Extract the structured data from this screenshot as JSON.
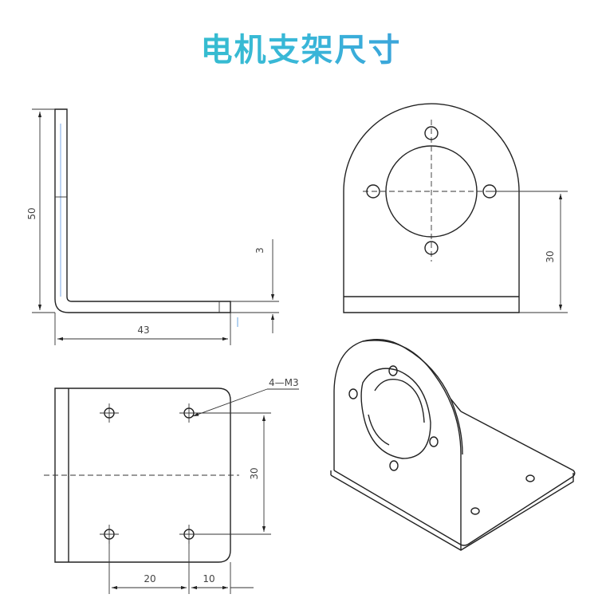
{
  "title": "电机支架尺寸",
  "side_view": {
    "height_label": "50",
    "length_label": "43",
    "thickness_label": "3"
  },
  "front_view": {
    "height_label": "30"
  },
  "top_view": {
    "hole_label": "4—M3",
    "spacing_label": "30",
    "x_label_1": "20",
    "x_label_2": "10"
  },
  "colors": {
    "title_gradient_start": "#2fc6c0",
    "title_gradient_end": "#3f7fe0",
    "line": "#222222"
  }
}
